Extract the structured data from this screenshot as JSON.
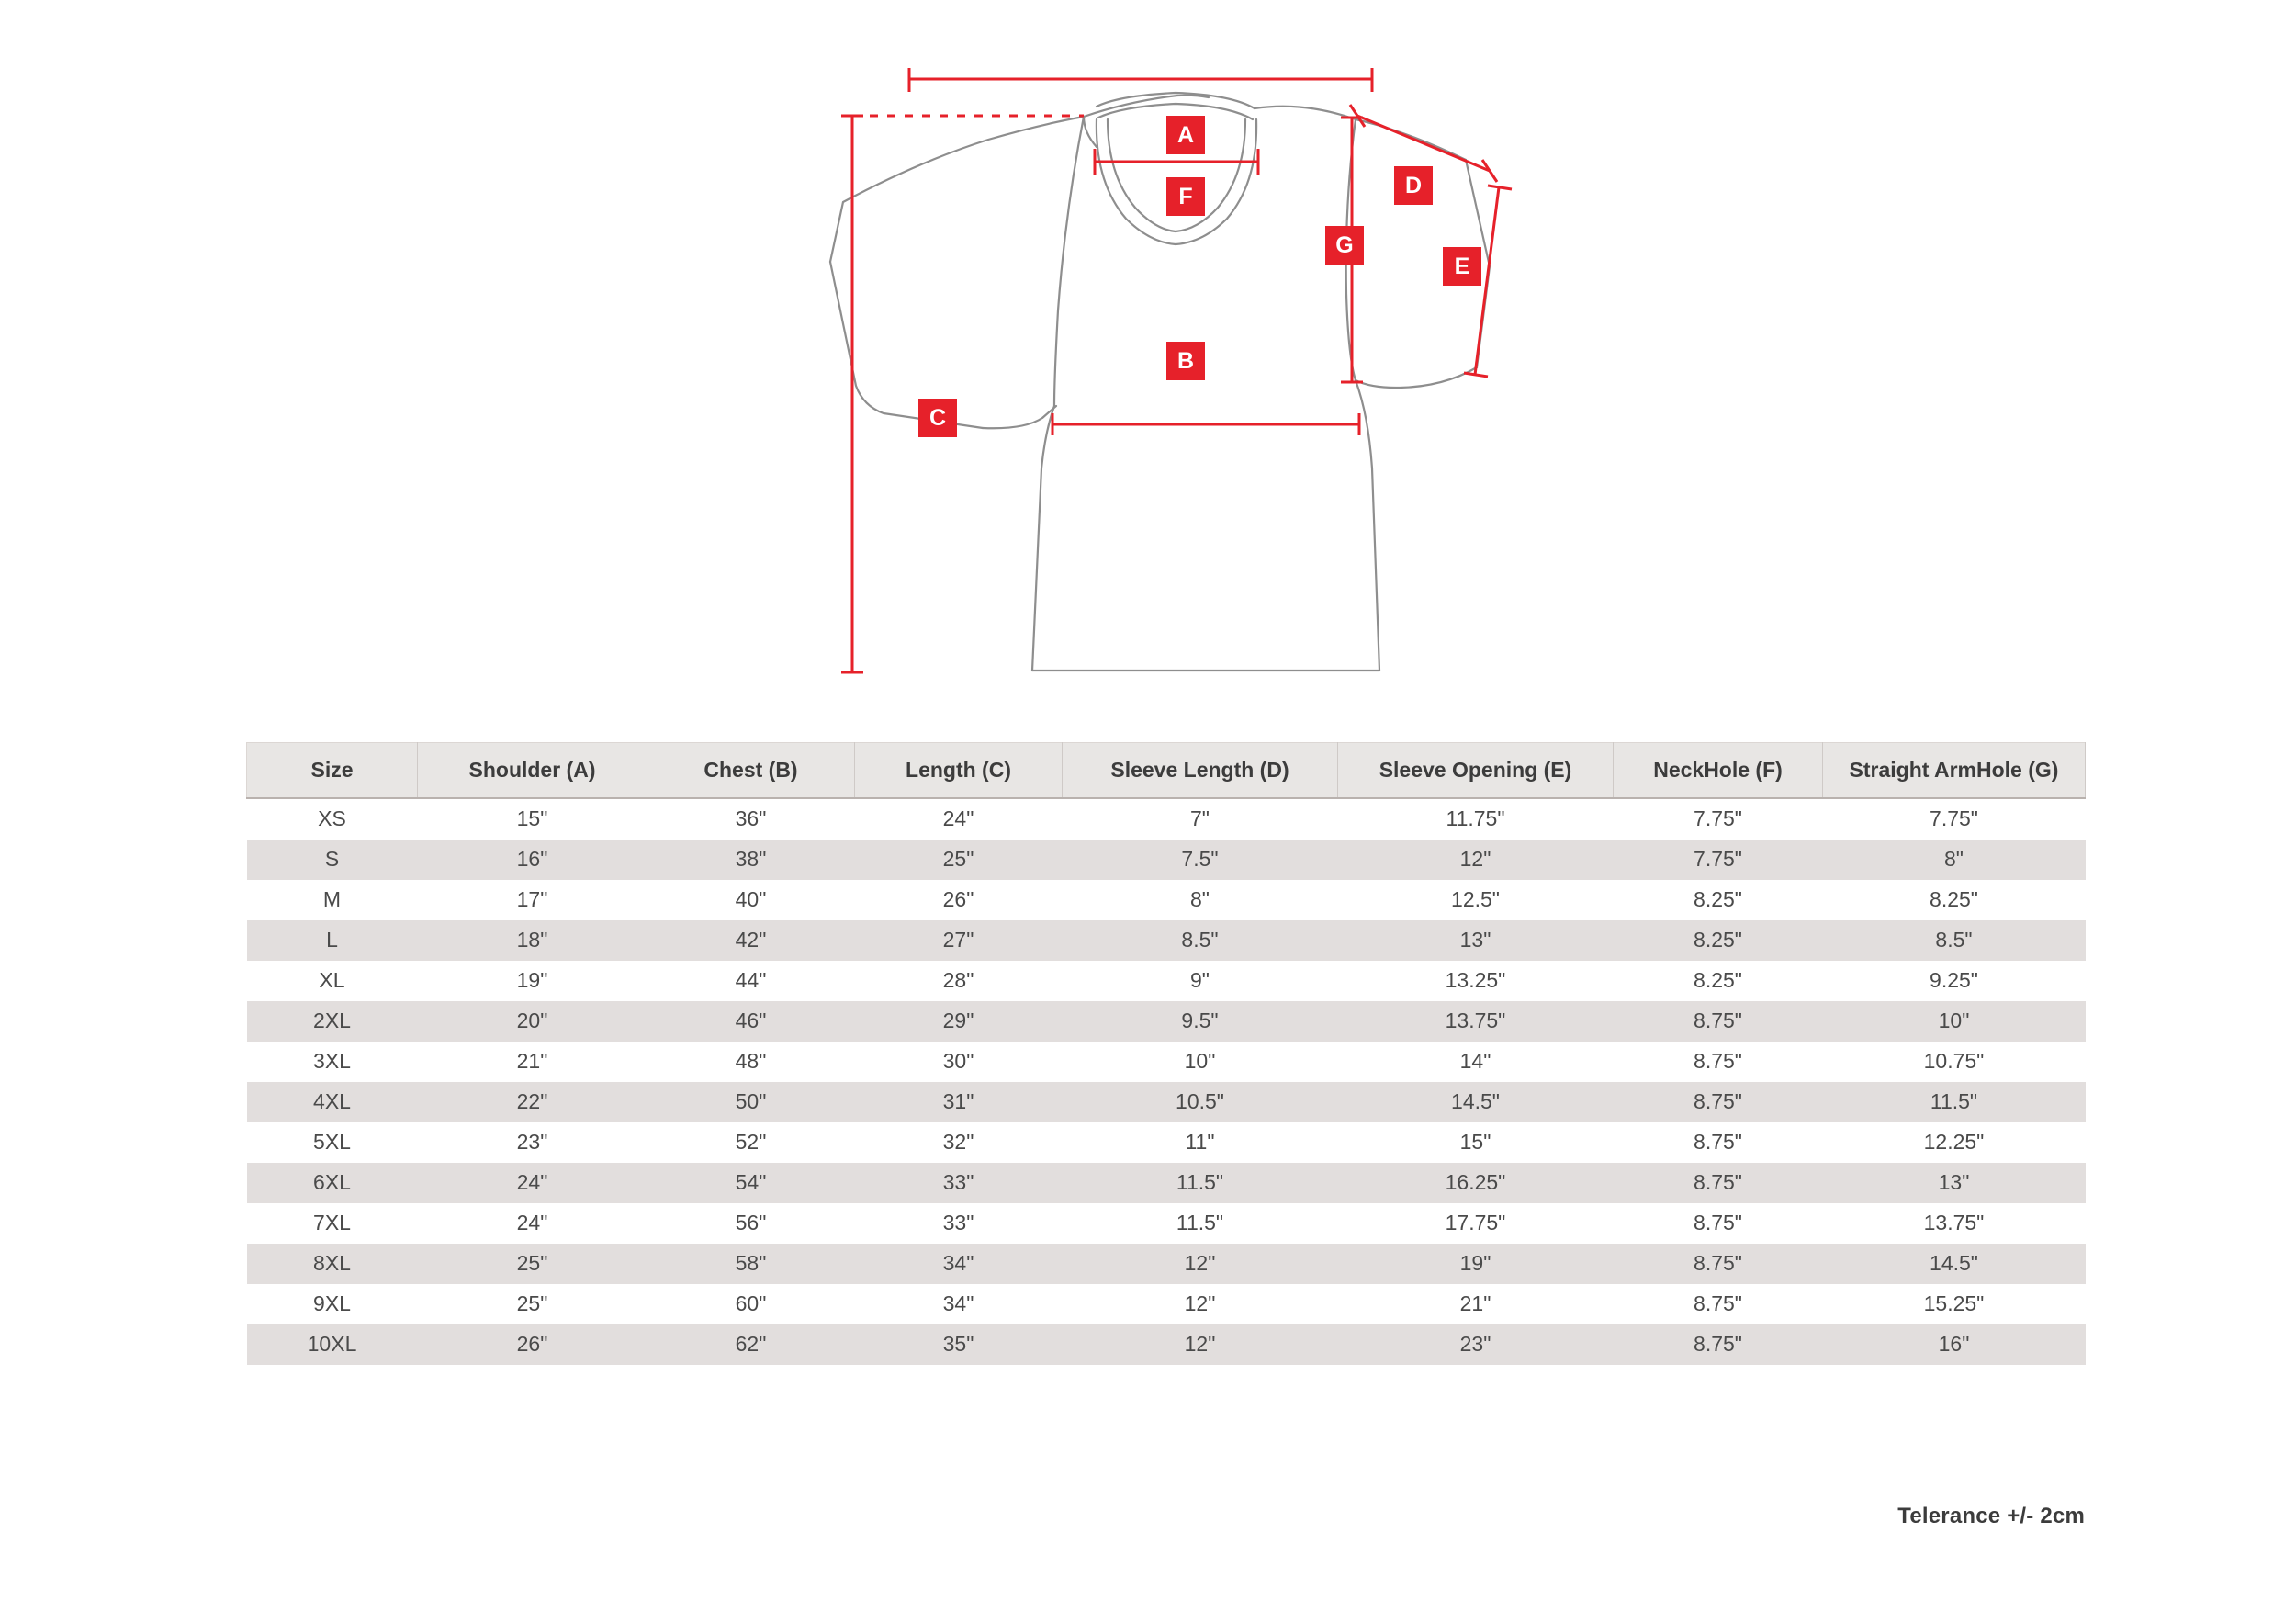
{
  "diagram": {
    "title": "t-shirt-measurement-diagram",
    "accent_color": "#e6212a",
    "outline_color": "#8a8a8a",
    "markers": [
      {
        "id": "A",
        "label": "A",
        "measure": "Shoulder"
      },
      {
        "id": "B",
        "label": "B",
        "measure": "Chest"
      },
      {
        "id": "C",
        "label": "C",
        "measure": "Length"
      },
      {
        "id": "D",
        "label": "D",
        "measure": "Sleeve Length"
      },
      {
        "id": "E",
        "label": "E",
        "measure": "Sleeve Opening"
      },
      {
        "id": "F",
        "label": "F",
        "measure": "NeckHole"
      },
      {
        "id": "G",
        "label": "G",
        "measure": "Straight ArmHole"
      }
    ]
  },
  "table": {
    "header_bg": "#e8e6e4",
    "stripe_bg": "#e2dedd",
    "columns": [
      "Size",
      "Shoulder (A)",
      "Chest (B)",
      "Length (C)",
      "Sleeve Length (D)",
      "Sleeve Opening (E)",
      "NeckHole (F)",
      "Straight ArmHole (G)"
    ],
    "rows": [
      [
        "XS",
        "15\"",
        "36\"",
        "24\"",
        "7\"",
        "11.75\"",
        "7.75\"",
        "7.75\""
      ],
      [
        "S",
        "16\"",
        "38\"",
        "25\"",
        "7.5\"",
        "12\"",
        "7.75\"",
        "8\""
      ],
      [
        "M",
        "17\"",
        "40\"",
        "26\"",
        "8\"",
        "12.5\"",
        "8.25\"",
        "8.25\""
      ],
      [
        "L",
        "18\"",
        "42\"",
        "27\"",
        "8.5\"",
        "13\"",
        "8.25\"",
        "8.5\""
      ],
      [
        "XL",
        "19\"",
        "44\"",
        "28\"",
        "9\"",
        "13.25\"",
        "8.25\"",
        "9.25\""
      ],
      [
        "2XL",
        "20\"",
        "46\"",
        "29\"",
        "9.5\"",
        "13.75\"",
        "8.75\"",
        "10\""
      ],
      [
        "3XL",
        "21\"",
        "48\"",
        "30\"",
        "10\"",
        "14\"",
        "8.75\"",
        "10.75\""
      ],
      [
        "4XL",
        "22\"",
        "50\"",
        "31\"",
        "10.5\"",
        "14.5\"",
        "8.75\"",
        "11.5\""
      ],
      [
        "5XL",
        "23\"",
        "52\"",
        "32\"",
        "11\"",
        "15\"",
        "8.75\"",
        "12.25\""
      ],
      [
        "6XL",
        "24\"",
        "54\"",
        "33\"",
        "11.5\"",
        "16.25\"",
        "8.75\"",
        "13\""
      ],
      [
        "7XL",
        "24\"",
        "56\"",
        "33\"",
        "11.5\"",
        "17.75\"",
        "8.75\"",
        "13.75\""
      ],
      [
        "8XL",
        "25\"",
        "58\"",
        "34\"",
        "12\"",
        "19\"",
        "8.75\"",
        "14.5\""
      ],
      [
        "9XL",
        "25\"",
        "60\"",
        "34\"",
        "12\"",
        "21\"",
        "8.75\"",
        "15.25\""
      ],
      [
        "10XL",
        "26\"",
        "62\"",
        "35\"",
        "12\"",
        "23\"",
        "8.75\"",
        "16\""
      ]
    ]
  },
  "footer": {
    "tolerance": "Telerance +/- 2cm"
  }
}
